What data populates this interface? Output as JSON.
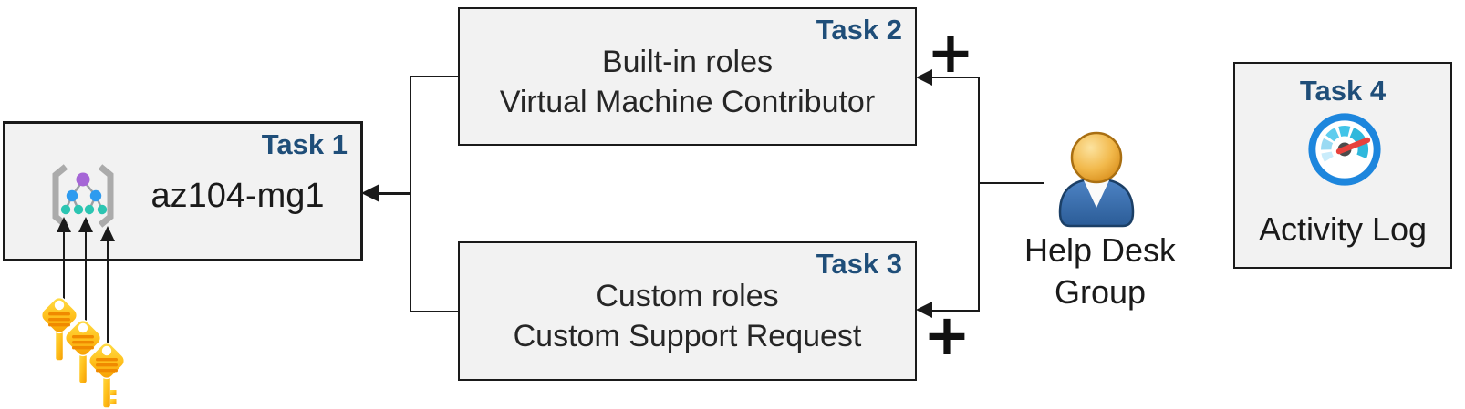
{
  "boxes": {
    "task1": {
      "label": "Task 1",
      "title": "az104-mg1"
    },
    "task2": {
      "label": "Task 2",
      "lines": [
        "Built-in roles",
        "Virtual Machine Contributor"
      ]
    },
    "task3": {
      "label": "Task 3",
      "lines": [
        "Custom roles",
        "Custom Support Request"
      ]
    },
    "task4": {
      "label": "Task 4",
      "caption": "Activity Log"
    }
  },
  "actor": {
    "name_line1": "Help Desk",
    "name_line2": "Group"
  },
  "connectors": {
    "plus_symbol": "+"
  },
  "icons": {
    "management_group": "management-group-icon",
    "keys": "keys-icon",
    "user": "user-icon",
    "activity_log": "gauge-icon"
  },
  "colors": {
    "task_label_blue": "#1F4E79",
    "box_fill": "#F2F2F2",
    "box_border": "#1A1A1A",
    "body_text": "#262626",
    "connector": "#1A1A1A",
    "key_gold": "#FFC21F",
    "key_stripe_orange": "#F08A00",
    "person_blue": "#2F5F9E",
    "person_head_orange": "#E8A33D",
    "gauge_ring_blue": "#1D86DD",
    "gauge_needle_red": "#E8413C",
    "icon_purple": "#A566D6",
    "icon_blue": "#2E9BEF",
    "icon_teal": "#2CC5B2"
  }
}
